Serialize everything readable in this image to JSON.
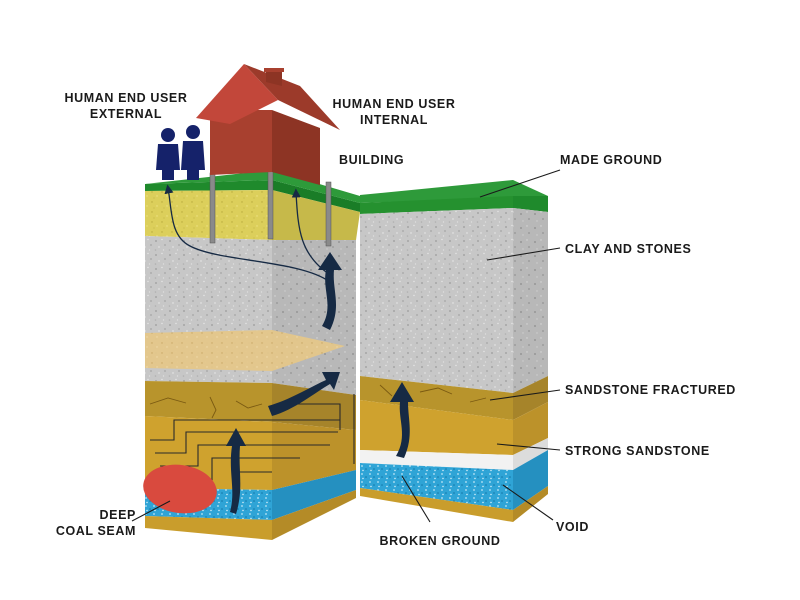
{
  "labels": {
    "human_external": [
      "HUMAN END USER",
      "EXTERNAL"
    ],
    "human_internal": [
      "HUMAN END USER",
      "INTERNAL"
    ],
    "building": "BUILDING",
    "made_ground": "MADE GROUND",
    "clay_and_stones": "CLAY AND STONES",
    "sandstone_fractured": "SANDSTONE FRACTURED",
    "strong_sandstone": "STRONG SANDSTONE",
    "void": "VOID",
    "broken_ground": "BROKEN GROUND",
    "deep_coal_seam": [
      "DEEP",
      "COAL SEAM"
    ]
  },
  "colors": {
    "made_ground": "#2e9a3a",
    "yellow_layer": "#d8cc58",
    "clay_and_stones": "#c9c9c9",
    "sand_lens": "#e6c887",
    "sandstone_fractured": "#b8942c",
    "strong_sandstone": "#cfa22e",
    "broken_ground": "#2ea3d3",
    "void": "#f2f2f2",
    "coal_seam": "#d94a3e",
    "house": "#b5402f",
    "people": "#15226a",
    "gas_arrow": "#162a44"
  }
}
